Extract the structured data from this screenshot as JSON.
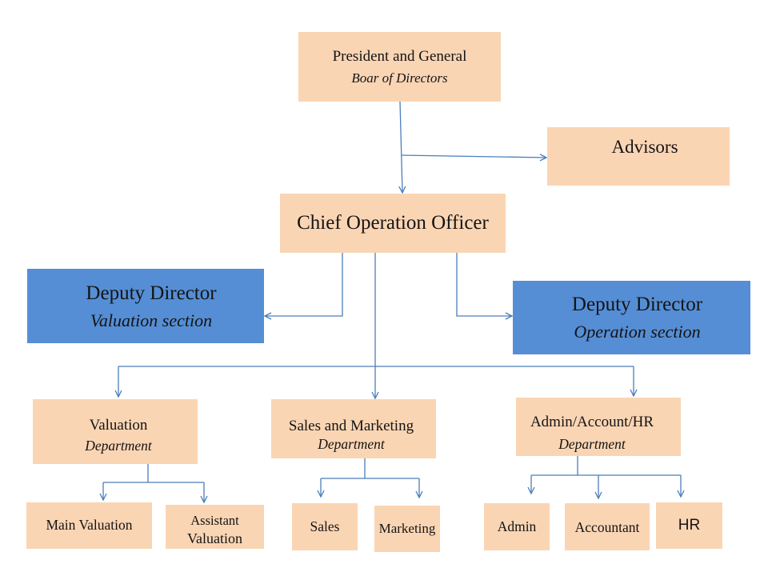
{
  "diagram": {
    "president": {
      "line1": "President and General",
      "line2": "Boar of Directors"
    },
    "advisors": {
      "label": "Advisors"
    },
    "coo": {
      "label": "Chief Operation Officer"
    },
    "deputy_valuation": {
      "title": "Deputy Director",
      "subtitle": "Valuation section"
    },
    "deputy_operation": {
      "title": "Deputy Director",
      "subtitle": "Operation section"
    },
    "valuation_department": {
      "title": "Valuation",
      "subtitle": "Department"
    },
    "sales_marketing_department": {
      "title": "Sales and Marketing",
      "subtitle": "Department"
    },
    "admin_department": {
      "title": "Admin/Account/HR",
      "subtitle": "Department"
    },
    "main_valuation": {
      "label": "Main Valuation"
    },
    "assistant_valuation": {
      "line1": "Assistant",
      "line2": "Valuation"
    },
    "sales": {
      "label": "Sales"
    },
    "marketing": {
      "label": "Marketing"
    },
    "admin": {
      "label": "Admin"
    },
    "accountant": {
      "label": "Accountant"
    },
    "hr": {
      "label": "HR"
    },
    "colors": {
      "box_fill": "#FAD5B4",
      "deputy_fill": "#558ED5",
      "connector_stroke": "#4A7EBB"
    }
  }
}
